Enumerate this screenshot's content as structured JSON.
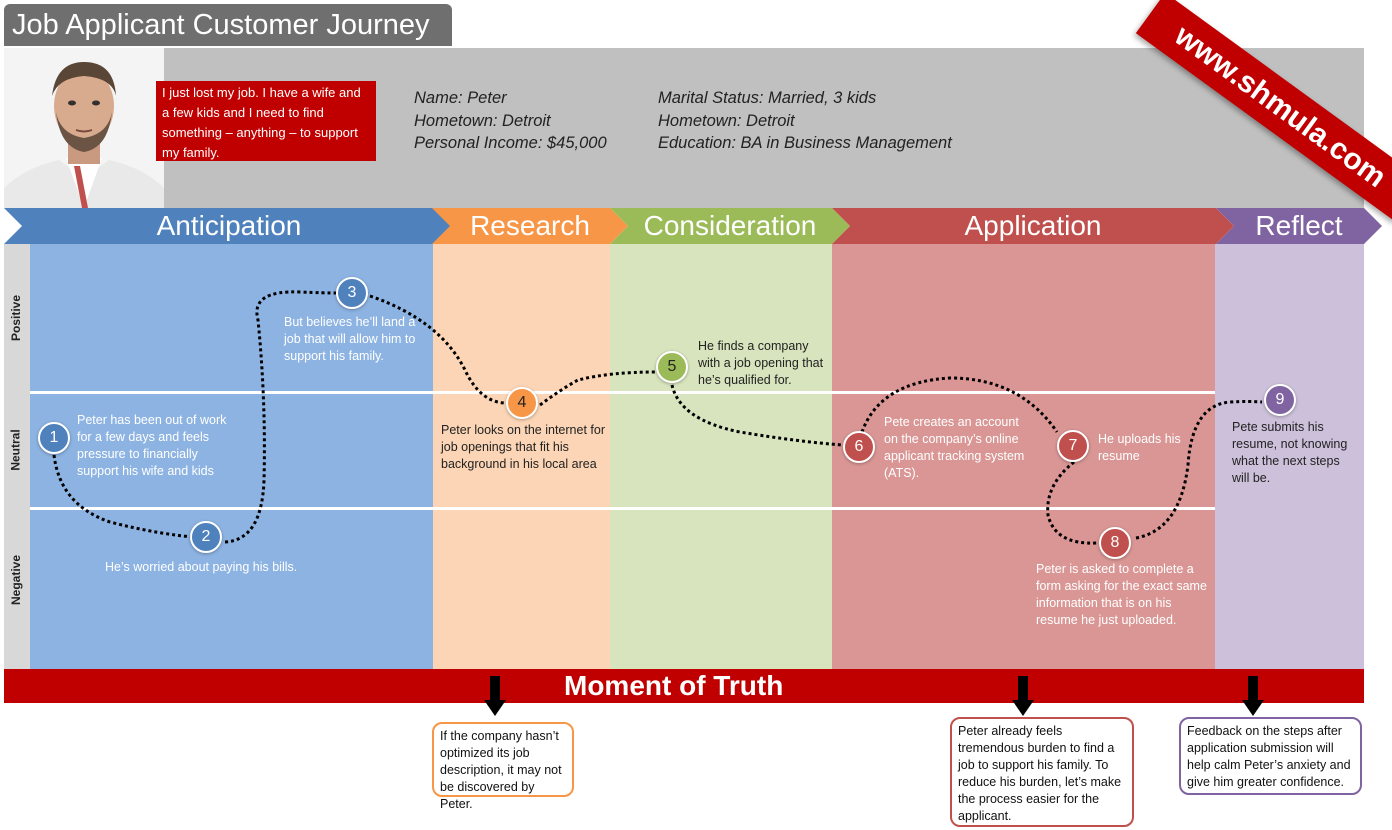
{
  "title": "Job Applicant Customer Journey",
  "persona": {
    "quote": "I just lost my job. I have a wife and a few kids and I need to find something – anything – to support my family.",
    "name": "Name: Peter",
    "hometown": "Hometown: Detroit",
    "income": "Personal Income: $45,000",
    "marital": "Marital Status: Married, 3 kids",
    "hometown2": "Hometown: Detroit",
    "education": "Education: BA in Business Management"
  },
  "watermark": "www.shmula.com",
  "stages": [
    "Anticipation",
    "Research",
    "Consideration",
    "Application",
    "Reflect"
  ],
  "rows": [
    "Positive",
    "Neutral",
    "Negative"
  ],
  "steps": [
    {
      "num": "1",
      "text": "Peter has been out of work for a few days and feels pressure to financially support his wife and kids"
    },
    {
      "num": "2",
      "text": "He’s worried about paying his bills."
    },
    {
      "num": "3",
      "text": "But believes he’ll land a job that will allow him to support his family."
    },
    {
      "num": "4",
      "text": "Peter looks on the internet for job openings that fit his background in his local area"
    },
    {
      "num": "5",
      "text": "He finds a company with a job opening that he’s qualified for."
    },
    {
      "num": "6",
      "text": "Pete creates an account on the company’s online applicant tracking system (ATS)."
    },
    {
      "num": "7",
      "text": "He uploads his resume"
    },
    {
      "num": "8",
      "text": "Peter is asked to complete a form asking for the exact same information that is on his resume he just uploaded."
    },
    {
      "num": "9",
      "text": "Pete submits his resume, not knowing what the next steps will be."
    }
  ],
  "moment_of_truth": "Moment of Truth",
  "callouts": [
    "If the company hasn’t optimized its job description, it may not be discovered by Peter.",
    "Peter already feels tremendous burden to find a job to support his family. To reduce his burden, let’s make the process easier for the applicant.",
    "Feedback on the steps after application submission will help calm Peter’s anxiety and give him greater confidence."
  ],
  "colors": {
    "anticipation": "#4f81bd",
    "research": "#f79646",
    "consideration": "#9bbb59",
    "application": "#c0504d",
    "reflect": "#8064a2",
    "brand_red": "#c00000"
  }
}
